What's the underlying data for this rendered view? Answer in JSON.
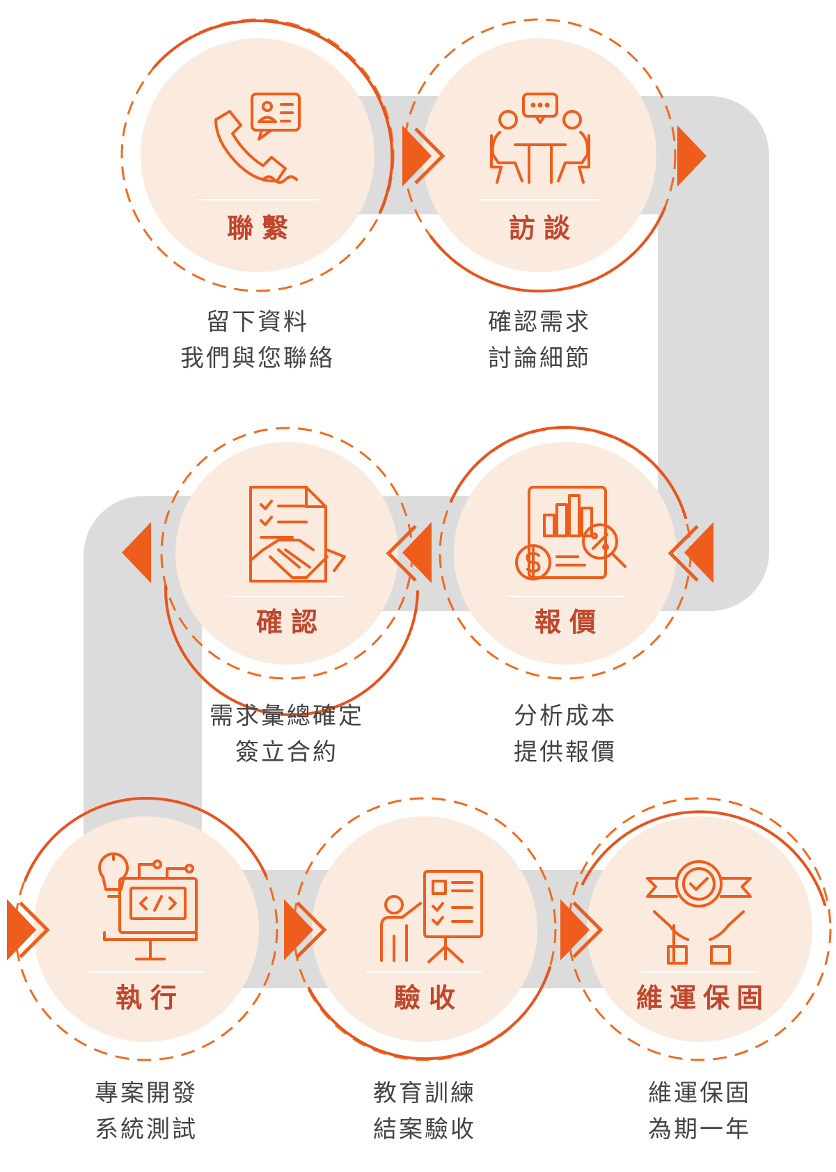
{
  "colors": {
    "accent": "#f26a1f",
    "accent_dark": "#e8541d",
    "circle_fill": "#fbeade",
    "track": "#dcdcdc",
    "title": "#c0462c",
    "text": "#444444"
  },
  "steps": [
    {
      "title": "聯繫",
      "desc": [
        "留下資料",
        "我們與您聯絡"
      ],
      "icon": "phone-contact-icon"
    },
    {
      "title": "訪談",
      "desc": [
        "確認需求",
        "討論細節"
      ],
      "icon": "meeting-icon"
    },
    {
      "title": "報價",
      "desc": [
        "分析成本",
        "提供報價"
      ],
      "icon": "quotation-report-icon"
    },
    {
      "title": "確認",
      "desc": [
        "需求彙總確定",
        "簽立合約"
      ],
      "icon": "contract-handshake-icon"
    },
    {
      "title": "執行",
      "desc": [
        "專案開發",
        "系統測試"
      ],
      "icon": "code-development-icon"
    },
    {
      "title": "驗收",
      "desc": [
        "教育訓練",
        "結案驗收"
      ],
      "icon": "presentation-icon"
    },
    {
      "title": "維運保固",
      "desc": [
        "維運保固",
        "為期一年"
      ],
      "icon": "warranty-badge-icon"
    }
  ]
}
